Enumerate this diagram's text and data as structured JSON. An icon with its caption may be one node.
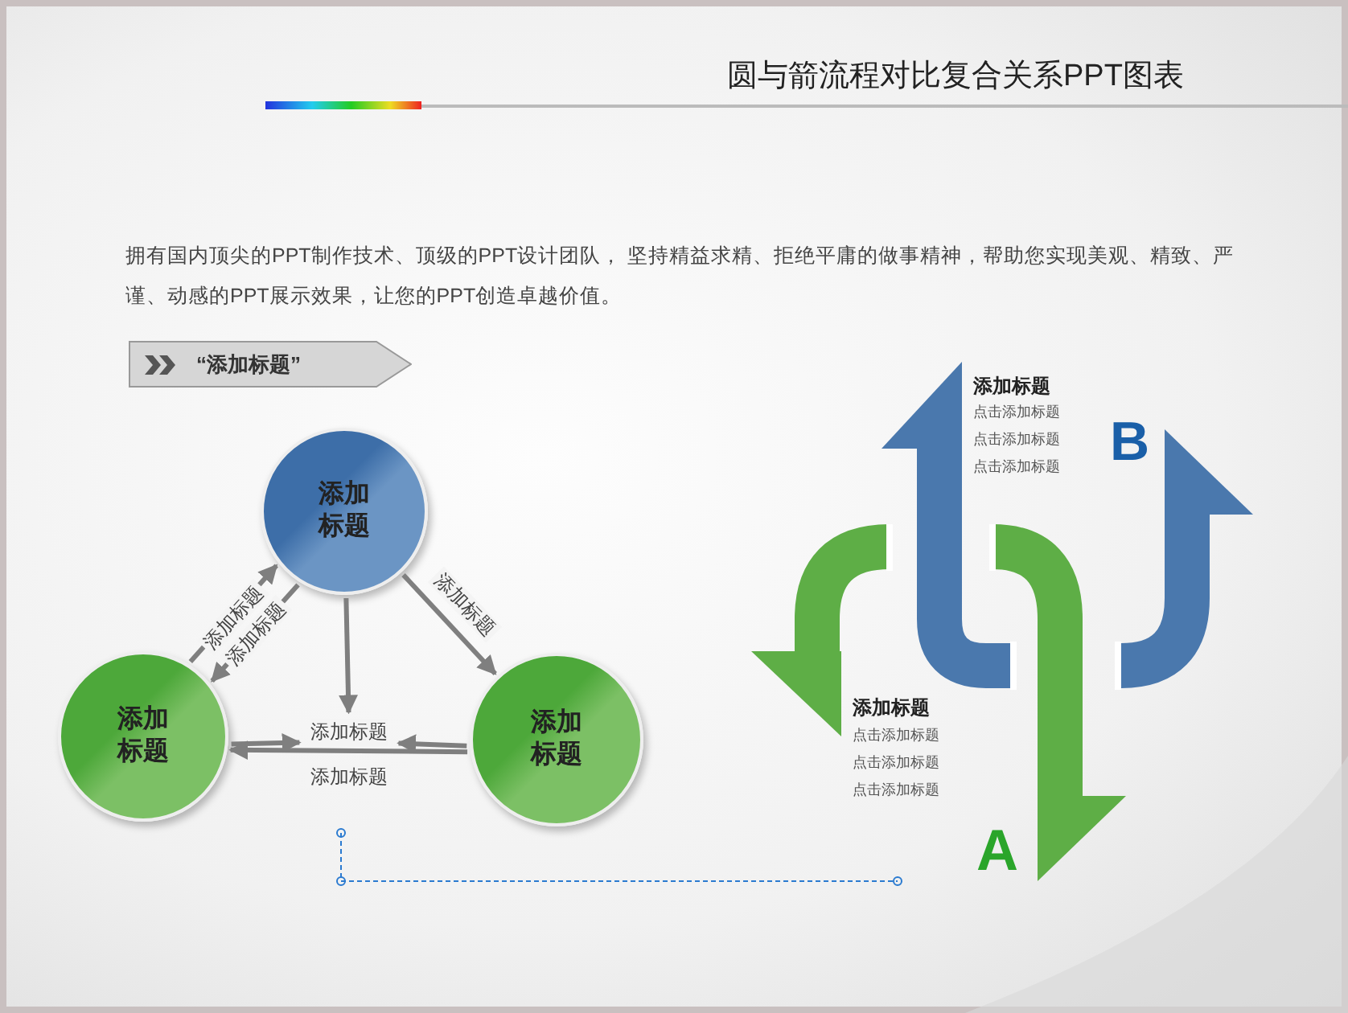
{
  "diagram": {
    "title": "圆与箭流程对比复合关系PPT图表",
    "nodes": [
      {
        "text": [
          "“添加标题”"
        ]
      },
      {
        "text": [
          "添加标题"
        ]
      },
      {
        "text": [
          "添加标题"
        ]
      },
      {
        "text": [
          "添加标题"
        ]
      },
      {
        "text": [
          "添加标题"
        ]
      }
    ],
    "edges": [
      {
        "from": 1,
        "to": 2,
        "arrow": "to",
        "label": "添加标题"
      },
      {
        "from": 2,
        "to": 1,
        "arrow": "to",
        "label": "添加标题"
      },
      {
        "from": 1,
        "to": 3,
        "arrow": "to",
        "label": "添加标题"
      },
      {
        "from": 1,
        "to": 4,
        "arrow": "to"
      },
      {
        "from": 2,
        "to": 4,
        "arrow": "to"
      },
      {
        "from": 3,
        "to": 4,
        "arrow": "to"
      },
      {
        "from": 3,
        "to": 2,
        "arrow": "to",
        "label": "添加标题"
      }
    ],
    "labels": [
      "拥有国内顶尖的PPT制作技术、顶级的PPT设计团队， 坚持精益求精、拒绝平庸的做事精神，帮助您实现美观、精致、严谨、动感的PPT展示效果，让您的PPT创造卓越价值。",
      "添加标题",
      "点击添加标题",
      "点击添加标题",
      "点击添加标题",
      "B",
      "添加标题",
      "点击添加标题",
      "点击添加标题",
      "点击添加标题",
      "A"
    ]
  }
}
